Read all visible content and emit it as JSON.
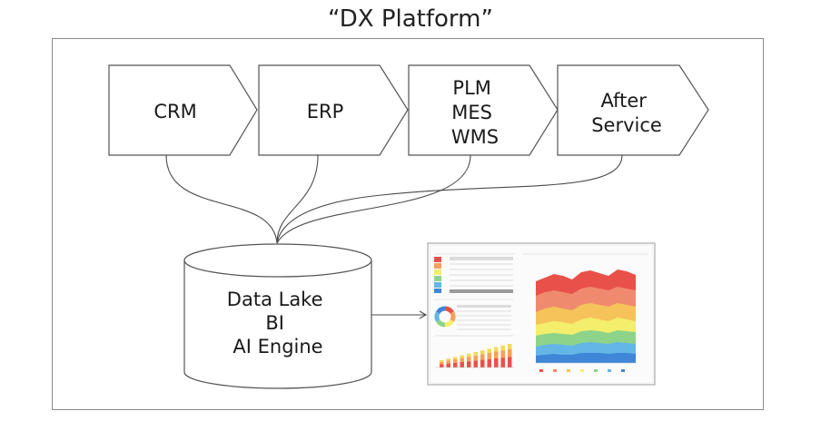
{
  "title": "“DX Platform”",
  "process_steps": [
    {
      "lines": [
        "CRM"
      ]
    },
    {
      "lines": [
        "ERP"
      ]
    },
    {
      "lines": [
        "PLM",
        "MES",
        "WMS"
      ]
    },
    {
      "lines": [
        "After",
        "Service"
      ]
    }
  ],
  "repository": {
    "lines": [
      "Data Lake",
      "BI",
      "AI Engine"
    ]
  },
  "dashboard": {
    "area_colors": [
      "#e8514a",
      "#f08a6e",
      "#f5c35a",
      "#f3ee6b",
      "#8dd48a",
      "#63b6e6",
      "#3f86d6"
    ],
    "bar_colors": [
      "#e8514a",
      "#f5a05a",
      "#f3d95a"
    ],
    "donut_colors": [
      "#e8514a",
      "#f5a05a",
      "#f3ee6b",
      "#8dd48a",
      "#63b6e6",
      "#3f86d6"
    ]
  }
}
